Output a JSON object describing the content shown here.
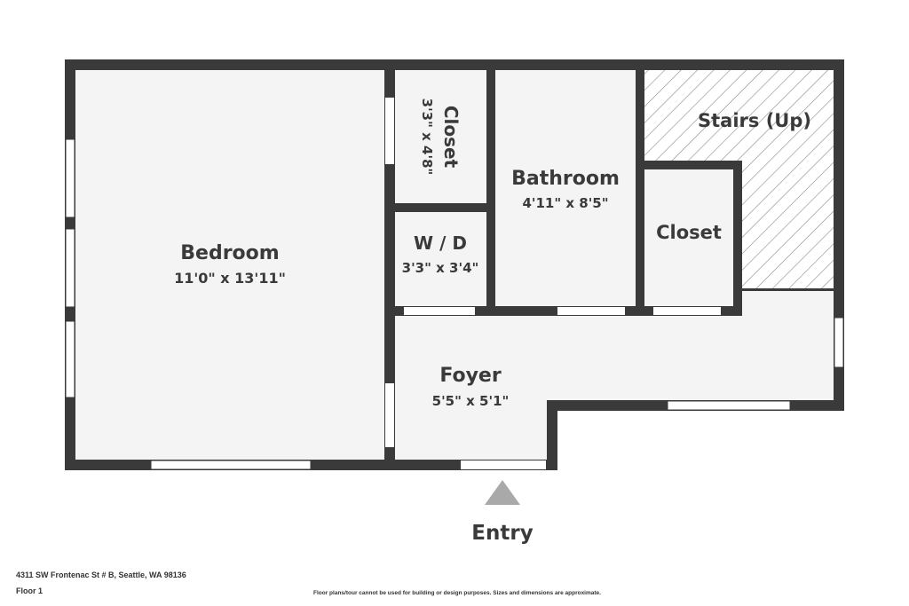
{
  "rooms": {
    "bedroom": {
      "name": "Bedroom",
      "dims": "11'0\" x 13'11\""
    },
    "closet_top": {
      "name": "Closet",
      "dims": "3'3\" x 4'8\""
    },
    "wd": {
      "name": "W / D",
      "dims": "3'3\" x 3'4\""
    },
    "bathroom": {
      "name": "Bathroom",
      "dims": "4'11\" x 8'5\""
    },
    "closet_mid": {
      "name": "Closet"
    },
    "stairs": {
      "name": "Stairs (Up)"
    },
    "foyer": {
      "name": "Foyer",
      "dims": "5'5\" x 5'1\""
    }
  },
  "entry": {
    "label": "Entry"
  },
  "footer": {
    "address": "4311 SW Frontenac St # B, Seattle, WA 98136",
    "floor": "Floor 1",
    "disclaimer": "Floor plans/tour cannot be used for building or design purposes. Sizes and dimensions are approximate."
  },
  "colors": {
    "wall": "#3a3a3a",
    "floor": "#f4f4f4",
    "window": "#ffffff",
    "entry_arrow": "#a9a9a9"
  }
}
